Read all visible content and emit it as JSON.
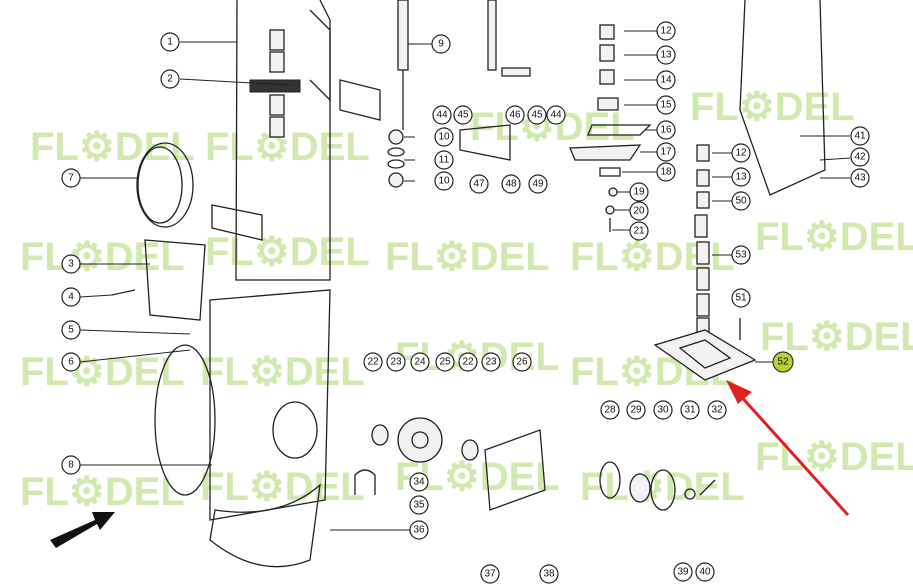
{
  "watermark": {
    "text": "FL⚙DEL",
    "color": "#c8e6a0"
  },
  "highlight": {
    "label": "52",
    "fill": "#b8d432",
    "arrow_color": "#e02020"
  },
  "callouts": [
    {
      "id": "c1",
      "label": "1"
    },
    {
      "id": "c2",
      "label": "2"
    },
    {
      "id": "c7",
      "label": "7"
    },
    {
      "id": "c3",
      "label": "3"
    },
    {
      "id": "c4",
      "label": "4"
    },
    {
      "id": "c5",
      "label": "5"
    },
    {
      "id": "c6",
      "label": "6"
    },
    {
      "id": "c8",
      "label": "8"
    },
    {
      "id": "c9",
      "label": "9"
    },
    {
      "id": "c44a",
      "label": "44"
    },
    {
      "id": "c45a",
      "label": "45"
    },
    {
      "id": "c10a",
      "label": "10"
    },
    {
      "id": "c11",
      "label": "11"
    },
    {
      "id": "c10b",
      "label": "10"
    },
    {
      "id": "c46",
      "label": "46"
    },
    {
      "id": "c45b",
      "label": "45"
    },
    {
      "id": "c44b",
      "label": "44"
    },
    {
      "id": "c47",
      "label": "47"
    },
    {
      "id": "c48",
      "label": "48"
    },
    {
      "id": "c49",
      "label": "49"
    },
    {
      "id": "c12a",
      "label": "12"
    },
    {
      "id": "c13a",
      "label": "13"
    },
    {
      "id": "c14",
      "label": "14"
    },
    {
      "id": "c15",
      "label": "15"
    },
    {
      "id": "c16",
      "label": "16"
    },
    {
      "id": "c17",
      "label": "17"
    },
    {
      "id": "c18",
      "label": "18"
    },
    {
      "id": "c19",
      "label": "19"
    },
    {
      "id": "c20",
      "label": "20"
    },
    {
      "id": "c21",
      "label": "21"
    },
    {
      "id": "c12b",
      "label": "12"
    },
    {
      "id": "c13b",
      "label": "13"
    },
    {
      "id": "c50",
      "label": "50"
    },
    {
      "id": "c53",
      "label": "53"
    },
    {
      "id": "c51",
      "label": "51"
    },
    {
      "id": "c52",
      "label": "52"
    },
    {
      "id": "c41",
      "label": "41"
    },
    {
      "id": "c42",
      "label": "42"
    },
    {
      "id": "c43",
      "label": "43"
    },
    {
      "id": "c22a",
      "label": "22"
    },
    {
      "id": "c23a",
      "label": "23"
    },
    {
      "id": "c24",
      "label": "24"
    },
    {
      "id": "c25",
      "label": "25"
    },
    {
      "id": "c22b",
      "label": "22"
    },
    {
      "id": "c23b",
      "label": "23"
    },
    {
      "id": "c26",
      "label": "26"
    },
    {
      "id": "c34",
      "label": "34"
    },
    {
      "id": "c35",
      "label": "35"
    },
    {
      "id": "c36",
      "label": "36"
    },
    {
      "id": "c37",
      "label": "37"
    },
    {
      "id": "c38",
      "label": "38"
    },
    {
      "id": "c28",
      "label": "28"
    },
    {
      "id": "c29",
      "label": "29"
    },
    {
      "id": "c30",
      "label": "30"
    },
    {
      "id": "c31",
      "label": "31"
    },
    {
      "id": "c32",
      "label": "32"
    },
    {
      "id": "c39",
      "label": "39"
    },
    {
      "id": "c40",
      "label": "40"
    }
  ]
}
